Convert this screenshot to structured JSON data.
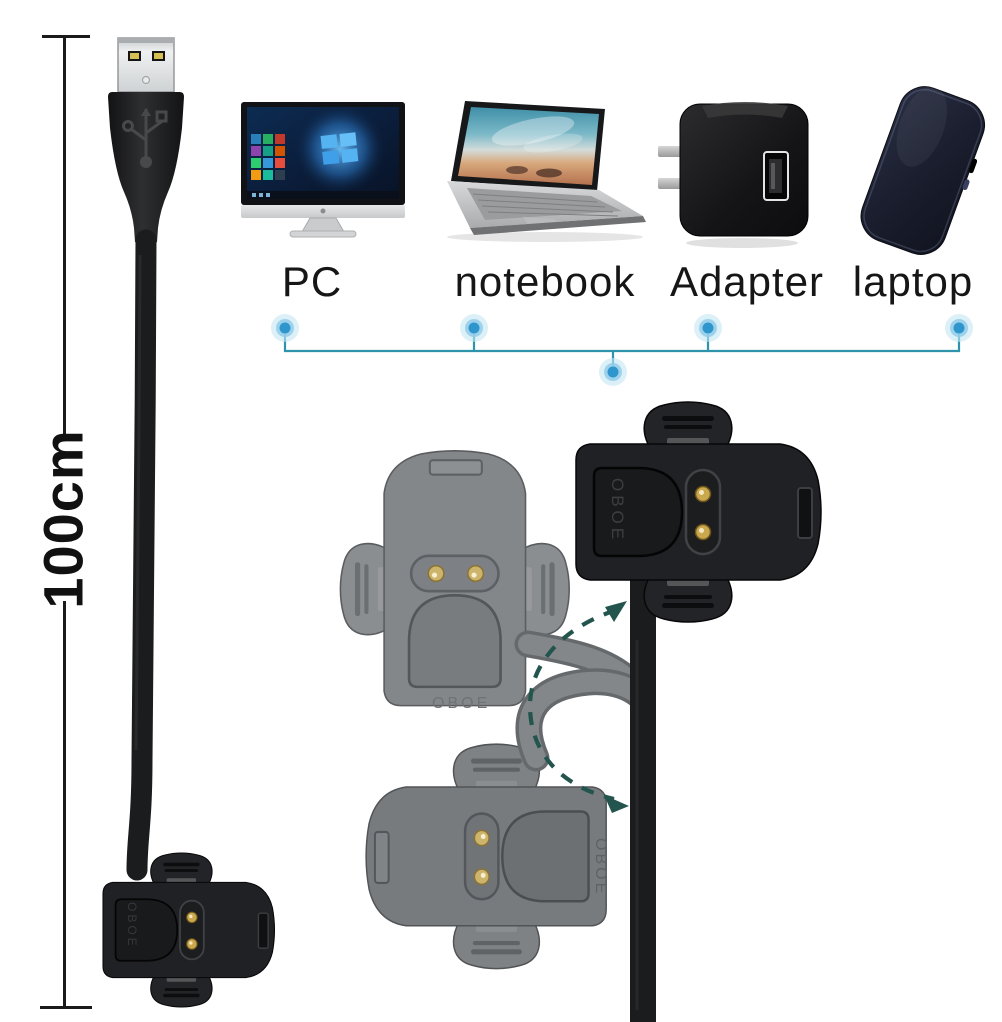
{
  "measurement": {
    "length_label": "100cm"
  },
  "compat_labels": {
    "items": [
      {
        "label": "PC"
      },
      {
        "label": "notebook"
      },
      {
        "label": "Adapter"
      },
      {
        "label": "laptop"
      }
    ]
  },
  "product": {
    "brand": "OBOE"
  },
  "colors": {
    "dot-core": "#2e96cc",
    "dot-halo": "#8ecbe8",
    "dot-glow": "#c4e6f4",
    "connector-teal": "#2f93ab",
    "arrow-teal": "#23544e",
    "pin-gold": "#c9a84e",
    "cable-black": "#1b1c1e",
    "ghost-gray": "#84878a"
  }
}
